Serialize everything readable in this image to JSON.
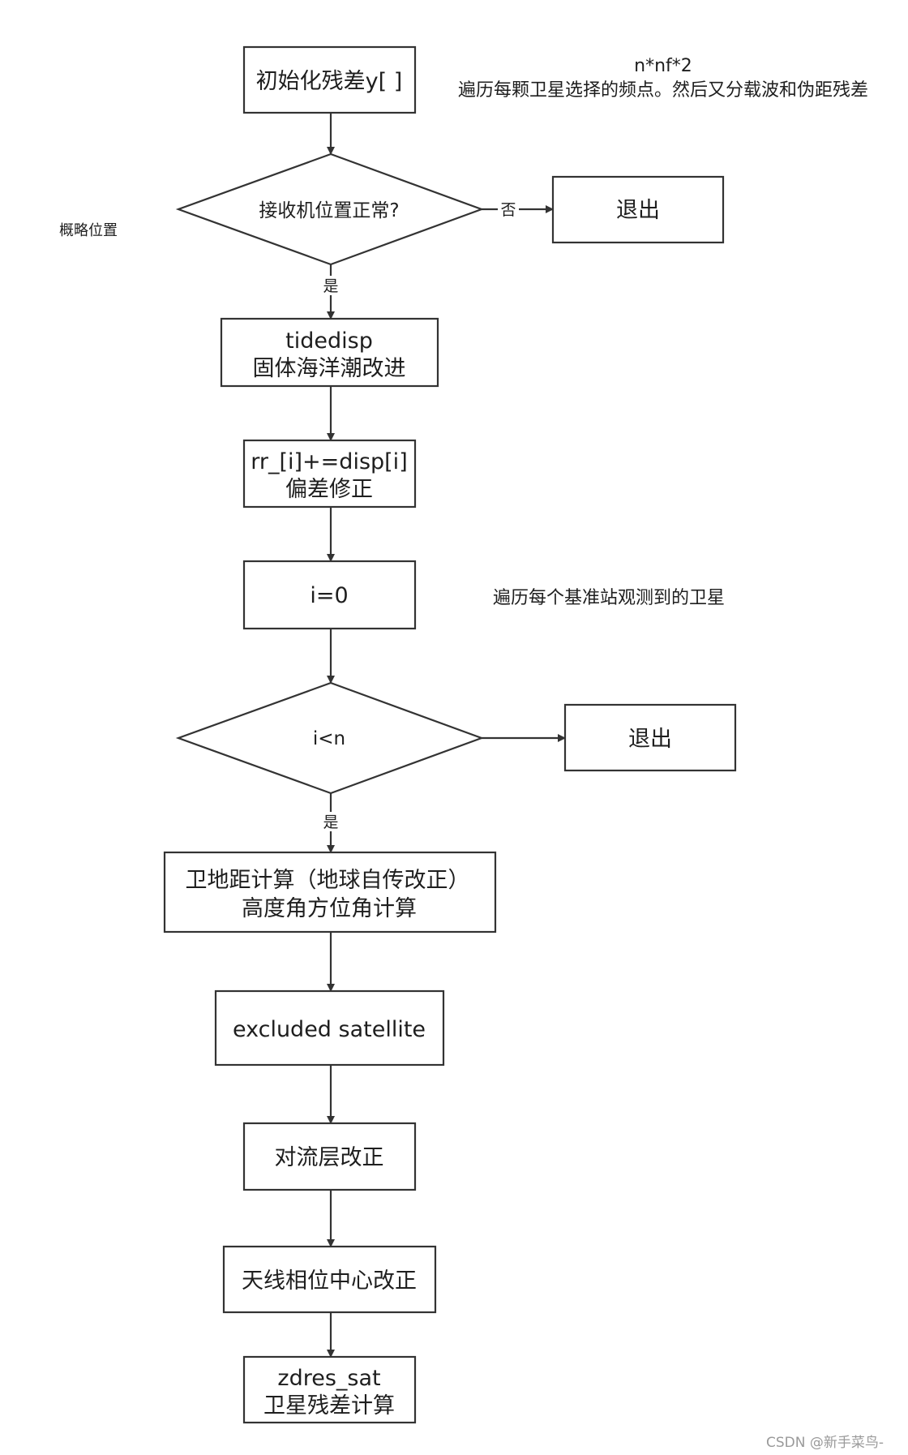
{
  "nodes": {
    "init": "初始化残差y[ ]",
    "check_pos": "接收机位置正常?",
    "exit1": "退出",
    "tidedisp_l1": "tidedisp",
    "tidedisp_l2": "固体海洋潮改进",
    "rr_l1": "rr_[i]+=disp[i]",
    "rr_l2": "偏差修正",
    "i0": "i=0",
    "cond": "i<n",
    "exit2": "退出",
    "geo_l1": "卫地距计算（地球自传改正）",
    "geo_l2": "高度角方位角计算",
    "excluded": "excluded satellite",
    "trop": "对流层改正",
    "antenna": "天线相位中心改正",
    "zdres_l1": "zdres_sat",
    "zdres_l2": "卫星残差计算"
  },
  "edge_labels": {
    "no": "否",
    "yes1": "是",
    "yes2": "是"
  },
  "notes": {
    "nf_l1": "n*nf*2",
    "nf_l2": "遍历每颗卫星选择的频点。然后又分载波和伪距残差",
    "approx": "概略位置",
    "station": "遍历每个基准站观测到的卫星"
  },
  "watermark": "CSDN @新手菜鸟-"
}
